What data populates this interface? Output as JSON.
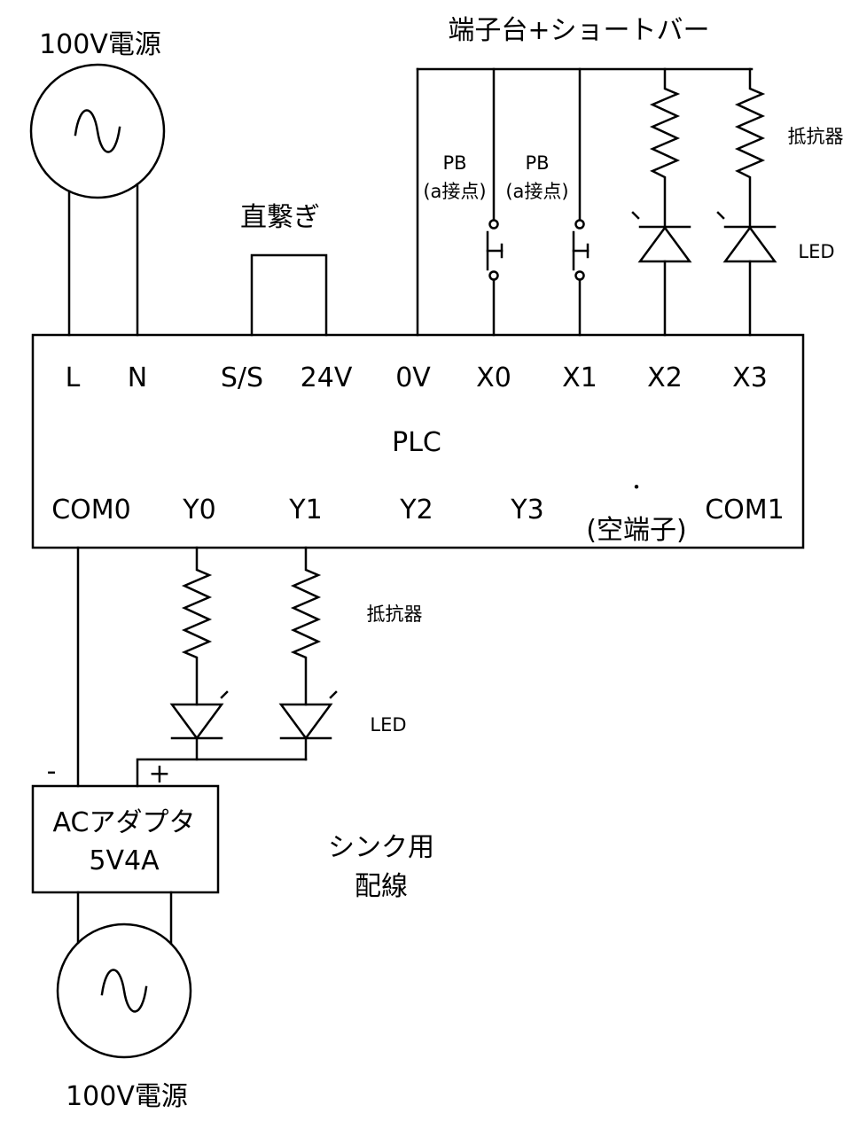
{
  "power_top": {
    "label": "100V電源"
  },
  "power_bottom": {
    "label": "100V電源"
  },
  "jumper": {
    "label": "直繋ぎ"
  },
  "terminal_block": {
    "label": "端子台+ショートバー"
  },
  "plc": {
    "label": "PLC",
    "top_terminals": [
      "L",
      "N",
      "S/S",
      "24V",
      "0V",
      "X0",
      "X1",
      "X2",
      "X3"
    ],
    "bottom_terminals": [
      "COM0",
      "Y0",
      "Y1",
      "Y2",
      "Y3",
      "COM1"
    ],
    "empty_terminal": {
      "marker": "・",
      "label": "(空端子)"
    }
  },
  "inputs": {
    "pb": [
      {
        "name": "PB",
        "type": "(a接点)"
      },
      {
        "name": "PB",
        "type": "(a接点)"
      }
    ],
    "resistor_label": "抵抗器",
    "led_label": "LED"
  },
  "outputs": {
    "resistor_label": "抵抗器",
    "led_label": "LED"
  },
  "adapter": {
    "line1": "ACアダプタ",
    "line2": "5V4A",
    "minus": "-",
    "plus": "+"
  },
  "note": {
    "line1": "シンク用",
    "line2": "配線"
  },
  "colors": {
    "stroke": "#000000",
    "background": "#ffffff"
  }
}
